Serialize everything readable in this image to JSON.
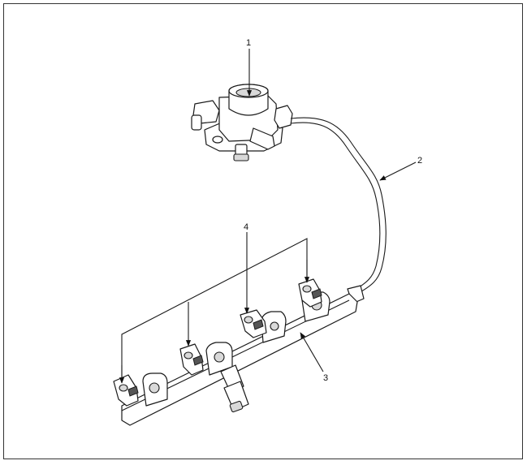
{
  "callouts": {
    "c1": "1",
    "c2": "2",
    "c3": "3",
    "c4": "4"
  },
  "colors": {
    "frame": "#333333",
    "ink": "#1a1a1a",
    "shade": "#d9d9d9"
  }
}
